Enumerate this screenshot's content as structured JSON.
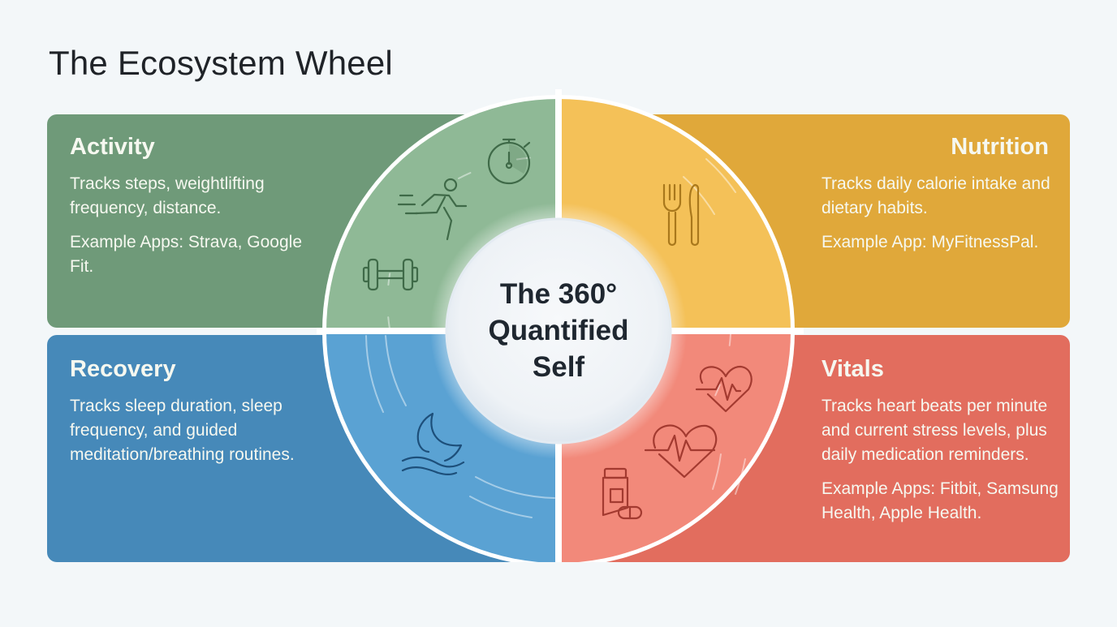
{
  "page": {
    "title": "The Ecosystem Wheel"
  },
  "center": {
    "line1": "The 360°",
    "line2": "Quantified",
    "line3": "Self"
  },
  "segments": [
    {
      "id": "activity",
      "title": "Activity",
      "description": "Tracks steps, weightlifting frequency, distance.",
      "examples": "Example Apps: Strava, Google Fit.",
      "color": "#6f9a79",
      "ring_color": "#8fb996",
      "icons": [
        "stopwatch-icon",
        "running-person-icon",
        "dumbbell-icon"
      ]
    },
    {
      "id": "nutrition",
      "title": "Nutrition",
      "description": "Tracks daily calorie intake and dietary habits.",
      "examples": "Example App: MyFitnessPal.",
      "color": "#e0a83a",
      "ring_color": "#f4c158",
      "icons": [
        "fork-knife-icon"
      ]
    },
    {
      "id": "recovery",
      "title": "Recovery",
      "description": "Tracks sleep duration, sleep frequency, and guided meditation/breathing routines.",
      "examples": "",
      "color": "#4689b9",
      "ring_color": "#5aa2d3",
      "icons": [
        "moon-waves-icon"
      ]
    },
    {
      "id": "vitals",
      "title": "Vitals",
      "description": "Tracks heart beats per minute and current stress levels, plus daily medication reminders.",
      "examples": "Example Apps: Fitbit, Samsung Health, Apple Health.",
      "color": "#e26d5e",
      "ring_color": "#f2897a",
      "icons": [
        "heart-rate-icon",
        "heart-rate-icon",
        "pill-bottle-icon"
      ]
    }
  ]
}
